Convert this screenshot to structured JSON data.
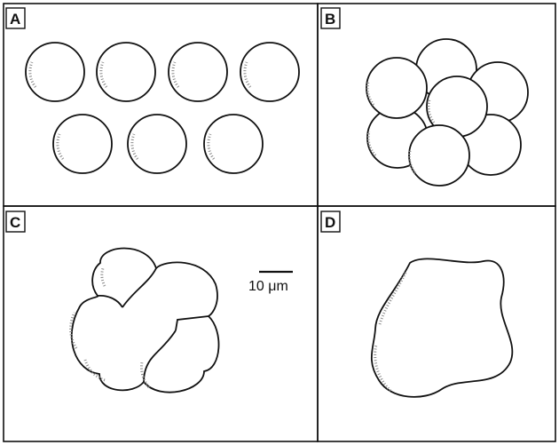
{
  "panels": [
    {
      "id": "A",
      "label": "A"
    },
    {
      "id": "B",
      "label": "B"
    },
    {
      "id": "C",
      "label": "C"
    },
    {
      "id": "D",
      "label": "D"
    }
  ],
  "scale_bar": {
    "label": "10 μm"
  },
  "colors": {
    "line": "#111111",
    "stipple": "#8a8a8a",
    "background": "#ffffff"
  }
}
